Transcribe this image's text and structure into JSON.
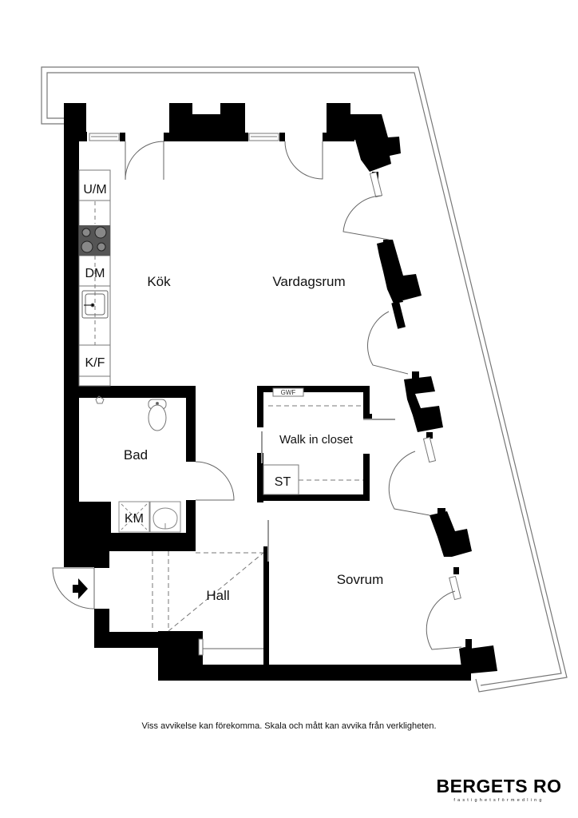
{
  "floorplan": {
    "rooms": {
      "kitchen": "Kök",
      "living": "Vardagsrum",
      "bath": "Bad",
      "closet": "Walk in closet",
      "hall": "Hall",
      "bedroom": "Sovrum"
    },
    "fixtures": {
      "fridge_freezer_top": "U/M",
      "dishwasher": "DM",
      "fridge_freezer": "K/F",
      "washing_machine": "KM",
      "storage": "ST",
      "gwf": "GWF"
    },
    "icons": [
      "stove-icon",
      "sink-icon",
      "toilet-icon",
      "washbasin-icon",
      "entrance-arrow-icon",
      "door-swing-icon",
      "window-icon",
      "balcony-outline"
    ]
  },
  "footer": {
    "disclaimer": "Viss avvikelse kan förekomma. Skala och mått kan avvika från verkligheten.",
    "brand_name": "BERGETS RO",
    "brand_tagline": "fastighetsförmedling"
  },
  "colors": {
    "wall": "#000000",
    "line": "#777777",
    "background": "#ffffff",
    "stove": "#555555"
  }
}
